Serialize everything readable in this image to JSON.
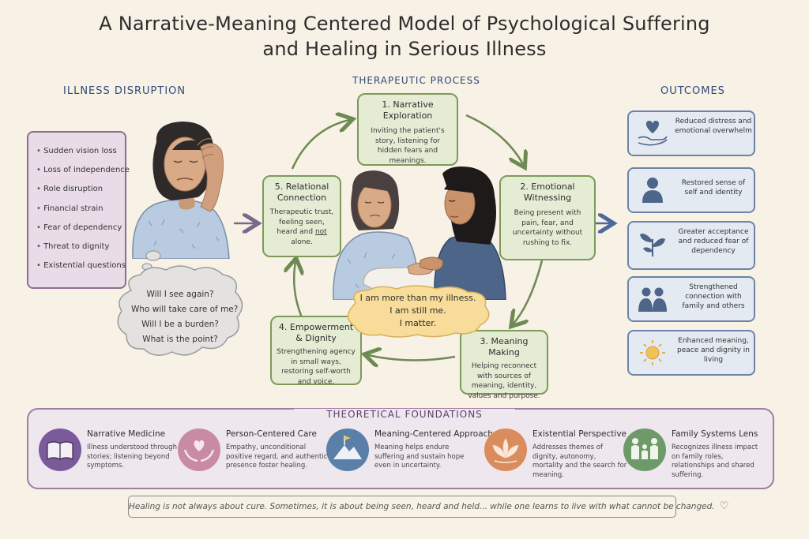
{
  "title_line1": "A Narrative-Meaning Centered Model of Psychological Suffering",
  "title_line2": "and Healing in Serious Illness",
  "disruption": {
    "heading": "Illness Disruption",
    "items": [
      "Sudden vision loss",
      "Loss of independence",
      "Role disruption",
      "Financial strain",
      "Fear of dependency",
      "Threat to dignity",
      "Existential questions"
    ],
    "thoughts": [
      "Will I see again?",
      "Who will take care of me?",
      "Will I be a burden?",
      "What is the point?"
    ]
  },
  "process": {
    "heading": "Therapeutic Process",
    "steps": [
      {
        "title": "1. Narrative Exploration",
        "desc": "Inviting the patient's story, listening for hidden fears and meanings."
      },
      {
        "title": "2. Emotional Witnessing",
        "desc": "Being present with pain, fear, and uncertainty without rushing to fix."
      },
      {
        "title": "3. Meaning Making",
        "desc": "Helping reconnect with sources of meaning, identity, values and purpose."
      },
      {
        "title": "4. Empowerment & Dignity",
        "desc": "Strengthening agency in small ways, restoring self-worth and voice."
      },
      {
        "title": "5. Relational Connection",
        "desc_before": "Therapeutic trust, feeling seen, heard and ",
        "desc_underlined": "not",
        "desc_after": " alone."
      }
    ],
    "affirmation": [
      "I am more than my illness.",
      "I am still me.",
      "I matter."
    ]
  },
  "outcomes": {
    "heading": "Outcomes",
    "items": [
      {
        "text": "Reduced distress and emotional overwhelm",
        "icon": "heart-hand-icon"
      },
      {
        "text": "Restored sense of self and identity",
        "icon": "person-icon"
      },
      {
        "text": "Greater acceptance and reduced fear of dependency",
        "icon": "sprout-icon"
      },
      {
        "text": "Strengthened connection with family and others",
        "icon": "people-icon"
      },
      {
        "text": "Enhanced meaning, peace and dignity in living",
        "icon": "sun-icon"
      }
    ]
  },
  "foundations": {
    "heading": "Theoretical Foundations",
    "items": [
      {
        "title": "Narrative Medicine",
        "desc": "Illness understood through stories; listening beyond symptoms.",
        "icon": "book-icon",
        "color": "#7a5a9a"
      },
      {
        "title": "Person-Centered Care",
        "desc": "Empathy, unconditional positive regard, and authentic presence foster healing.",
        "icon": "hands-heart-icon",
        "color": "#c98aa3"
      },
      {
        "title": "Meaning-Centered Approach",
        "desc": "Meaning helps endure suffering and sustain hope even in uncertainty.",
        "icon": "mountain-flag-icon",
        "color": "#5a7fa8"
      },
      {
        "title": "Existential Perspective",
        "desc": "Addresses themes of dignity, autonomy, mortality and the search for meaning.",
        "icon": "lotus-icon",
        "color": "#d98c5e"
      },
      {
        "title": "Family Systems Lens",
        "desc": "Recognizes illness impact on family roles, relationships and shared suffering.",
        "icon": "family-icon",
        "color": "#6e9a6a"
      }
    ]
  },
  "footer": "Healing is not always about cure. Sometimes, it is about being seen, heard and held... while one learns to live with what cannot be changed."
}
